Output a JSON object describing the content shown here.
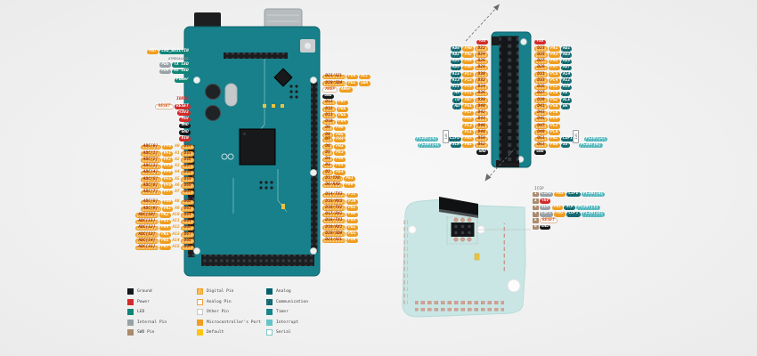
{
  "colors": {
    "board_teal": "#17808a",
    "port_orange": "#f09e1f",
    "power_red": "#d32b2b",
    "ground_black": "#15181a",
    "analog_teal": "#0b636b",
    "interrupt_cyan": "#64c5c9",
    "led_teal": "#0f8577",
    "internal_gray": "#98a1a6",
    "default_yellow": "#fec40f",
    "swd_tan": "#ab8a6d"
  },
  "board": {
    "led_rows": [
      [
        [
          "port",
          "PB7"
        ],
        [
          "led",
          "LED_BUILTIN"
        ]
      ],
      [
        [
          "gtxt",
          "ATMEGA16U2"
        ]
      ],
      [
        [
          "gray",
          "PD5"
        ],
        [
          "led",
          "TX LED"
        ]
      ],
      [
        [
          "gray",
          "PD4"
        ],
        [
          "led",
          "RX LED"
        ]
      ]
    ],
    "power_label_row": [
      [
        [
          "led",
          "Power"
        ]
      ]
    ],
    "power_rows": [
      [
        [
          "rtxt",
          "IOREF"
        ]
      ],
      [
        [
          "out",
          "RESET"
        ],
        [
          "pwr",
          "RESET"
        ]
      ],
      [
        [
          "pwr",
          "+3V3"
        ]
      ],
      [
        [
          "pwr",
          "+5V"
        ]
      ],
      [
        [
          "gnd",
          "GND"
        ]
      ],
      [
        [
          "gnd",
          "GND"
        ]
      ],
      [
        [
          "pwr",
          "VIN"
        ]
      ]
    ],
    "analog_block1": [
      [
        [
          "an",
          "ADC[0]"
        ],
        [
          "port",
          "PF0"
        ],
        [
          "atext",
          "A0"
        ],
        [
          "dig",
          "D54"
        ]
      ],
      [
        [
          "an",
          "ADC[1]"
        ],
        [
          "port",
          "PF1"
        ],
        [
          "atext",
          "A1"
        ],
        [
          "dig",
          "D55"
        ]
      ],
      [
        [
          "an",
          "ADC[2]"
        ],
        [
          "port",
          "PF2"
        ],
        [
          "atext",
          "A2"
        ],
        [
          "dig",
          "D56"
        ]
      ],
      [
        [
          "an",
          "ADC[3]"
        ],
        [
          "port",
          "PF3"
        ],
        [
          "atext",
          "A3"
        ],
        [
          "dig",
          "D57"
        ]
      ],
      [
        [
          "an",
          "ADC[4]"
        ],
        [
          "port",
          "PF4"
        ],
        [
          "atext",
          "A4"
        ],
        [
          "dig",
          "D58"
        ]
      ],
      [
        [
          "an",
          "ADC[5]"
        ],
        [
          "port",
          "PF5"
        ],
        [
          "atext",
          "A5"
        ],
        [
          "dig",
          "D59"
        ]
      ],
      [
        [
          "an",
          "ADC[6]"
        ],
        [
          "port",
          "PF6"
        ],
        [
          "atext",
          "A6"
        ],
        [
          "dig",
          "D60"
        ]
      ],
      [
        [
          "an",
          "ADC[7]"
        ],
        [
          "port",
          "PF7"
        ],
        [
          "atext",
          "A7"
        ],
        [
          "dig",
          "D61"
        ]
      ]
    ],
    "analog_block2": [
      [
        [
          "an",
          "ADC[8]"
        ],
        [
          "port",
          "PK0"
        ],
        [
          "atext",
          "A8"
        ],
        [
          "dig",
          "D62"
        ]
      ],
      [
        [
          "an",
          "ADC[9]"
        ],
        [
          "port",
          "PK1"
        ],
        [
          "atext",
          "A9"
        ],
        [
          "dig",
          "D63"
        ]
      ],
      [
        [
          "an",
          "ADC[10]"
        ],
        [
          "port",
          "PK2"
        ],
        [
          "atext",
          "A10"
        ],
        [
          "dig",
          "D64"
        ]
      ],
      [
        [
          "an",
          "ADC[11]"
        ],
        [
          "port",
          "PK3"
        ],
        [
          "atext",
          "A11"
        ],
        [
          "dig",
          "D65"
        ]
      ],
      [
        [
          "an",
          "ADC[12]"
        ],
        [
          "port",
          "PK4"
        ],
        [
          "atext",
          "A12"
        ],
        [
          "dig",
          "D66"
        ]
      ],
      [
        [
          "an",
          "ADC[13]"
        ],
        [
          "port",
          "PK5"
        ],
        [
          "atext",
          "A13"
        ],
        [
          "dig",
          "D67"
        ]
      ],
      [
        [
          "an",
          "ADC[14]"
        ],
        [
          "port",
          "PK6"
        ],
        [
          "atext",
          "A14"
        ],
        [
          "dig",
          "D68"
        ]
      ],
      [
        [
          "an",
          "ADC[15]"
        ],
        [
          "port",
          "PK7"
        ],
        [
          "atext",
          "A15"
        ],
        [
          "dig",
          "D69"
        ]
      ]
    ],
    "right_block1": [
      [
        [
          "dig",
          "D21/SCL"
        ],
        [
          "port",
          "PD0"
        ],
        [
          "port",
          "SCL"
        ]
      ],
      [
        [
          "dig",
          "D20/SDA"
        ],
        [
          "port",
          "PD1"
        ],
        [
          "port",
          "SDA"
        ]
      ],
      [
        [
          "out",
          "AREF"
        ],
        [
          "port",
          "AREF"
        ]
      ],
      [
        [
          "gnd",
          "GND"
        ]
      ],
      [
        [
          "dig",
          "D13"
        ],
        [
          "port",
          "PB7"
        ]
      ],
      [
        [
          "dig",
          "D12"
        ],
        [
          "port",
          "PB6"
        ]
      ],
      [
        [
          "dig",
          "D11"
        ],
        [
          "port",
          "PB5"
        ]
      ],
      [
        [
          "dig",
          "D10"
        ],
        [
          "port",
          "PB4"
        ]
      ],
      [
        [
          "dig",
          "D9"
        ],
        [
          "port",
          "PH6"
        ]
      ],
      [
        [
          "dig",
          "D8"
        ],
        [
          "port",
          "PH5"
        ]
      ]
    ],
    "right_block2": [
      [
        [
          "dig",
          "D7"
        ],
        [
          "port",
          "PH4"
        ]
      ],
      [
        [
          "dig",
          "D6"
        ],
        [
          "port",
          "PH3"
        ]
      ],
      [
        [
          "dig",
          "D5"
        ],
        [
          "port",
          "PE3"
        ]
      ],
      [
        [
          "dig",
          "D4"
        ],
        [
          "port",
          "PG5"
        ]
      ],
      [
        [
          "dig",
          "D3"
        ],
        [
          "port",
          "PE5"
        ]
      ],
      [
        [
          "dig",
          "D2"
        ],
        [
          "port",
          "PE4"
        ]
      ],
      [
        [
          "dig",
          "D1/TX0"
        ],
        [
          "port",
          "PE1"
        ]
      ],
      [
        [
          "dig",
          "D0/RX0"
        ],
        [
          "port",
          "PE0"
        ]
      ]
    ],
    "right_block3": [
      [
        [
          "dig",
          "D14/TX3"
        ],
        [
          "port",
          "PJ1"
        ]
      ],
      [
        [
          "dig",
          "D15/RX3"
        ],
        [
          "port",
          "PJ0"
        ]
      ],
      [
        [
          "dig",
          "D16/TX2"
        ],
        [
          "port",
          "PH1"
        ]
      ],
      [
        [
          "dig",
          "D17/RX2"
        ],
        [
          "port",
          "PH0"
        ]
      ],
      [
        [
          "dig",
          "D18/TX1"
        ],
        [
          "port",
          "PD3"
        ]
      ],
      [
        [
          "dig",
          "D19/RX1"
        ],
        [
          "port",
          "PD2"
        ]
      ],
      [
        [
          "dig",
          "D20/SDA"
        ],
        [
          "port",
          "PD1"
        ]
      ],
      [
        [
          "dig",
          "D21/SCL"
        ],
        [
          "port",
          "PD0"
        ]
      ]
    ]
  },
  "header_22_53": {
    "spi_label": "SPI",
    "left_rows": [
      [
        [
          "pwr",
          "+5V"
        ]
      ],
      [
        [
          "teal",
          "AD0"
        ],
        [
          "port",
          "PA0"
        ],
        [
          "dig",
          "D22"
        ]
      ],
      [
        [
          "teal",
          "AD2"
        ],
        [
          "port",
          "PA2"
        ],
        [
          "dig",
          "D24"
        ]
      ],
      [
        [
          "teal",
          "AD4"
        ],
        [
          "port",
          "PA4"
        ],
        [
          "dig",
          "D26"
        ]
      ],
      [
        [
          "teal",
          "AD6"
        ],
        [
          "port",
          "PA6"
        ],
        [
          "dig",
          "D28"
        ]
      ],
      [
        [
          "teal",
          "A15"
        ],
        [
          "port",
          "PC7"
        ],
        [
          "dig",
          "D30"
        ]
      ],
      [
        [
          "teal",
          "A13"
        ],
        [
          "port",
          "PC5"
        ],
        [
          "dig",
          "D32"
        ]
      ],
      [
        [
          "teal",
          "A11"
        ],
        [
          "port",
          "PC3"
        ],
        [
          "dig",
          "D34"
        ]
      ],
      [
        [
          "teal",
          "A9"
        ],
        [
          "port",
          "PC1"
        ],
        [
          "dig",
          "D36"
        ]
      ],
      [
        [
          "teal",
          "T0"
        ],
        [
          "port",
          "PD7"
        ],
        [
          "dig",
          "D38"
        ]
      ],
      [
        [
          "teal",
          "RD"
        ],
        [
          "port",
          "PG1"
        ],
        [
          "dig",
          "D40"
        ]
      ],
      [
        [
          "port",
          "PL7"
        ],
        [
          "dig",
          "D42"
        ]
      ],
      [
        [
          "port",
          "PL5"
        ],
        [
          "dig",
          "D44"
        ]
      ],
      [
        [
          "port",
          "PL3"
        ],
        [
          "dig",
          "D46"
        ]
      ],
      [
        [
          "port",
          "PL1"
        ],
        [
          "dig",
          "D48"
        ]
      ],
      [
        [
          "cyan",
          "PCINT[3]"
        ],
        [
          "sp",
          ""
        ],
        [
          "teal",
          "CIPO"
        ],
        [
          "port",
          "PB3"
        ],
        [
          "dig",
          "D50"
        ]
      ],
      [
        [
          "cyan",
          "PCINT[1]"
        ],
        [
          "sp",
          ""
        ],
        [
          "teal",
          "SCK"
        ],
        [
          "port",
          "PB1"
        ],
        [
          "dig",
          "D52"
        ]
      ],
      [
        [
          "gnd",
          "GND"
        ]
      ]
    ],
    "right_rows": [
      [
        [
          "pwr",
          "+5V"
        ]
      ],
      [
        [
          "dig",
          "D23"
        ],
        [
          "port",
          "PA1"
        ],
        [
          "teal",
          "AD1"
        ]
      ],
      [
        [
          "dig",
          "D25"
        ],
        [
          "port",
          "PA3"
        ],
        [
          "teal",
          "AD3"
        ]
      ],
      [
        [
          "dig",
          "D27"
        ],
        [
          "port",
          "PA5"
        ],
        [
          "teal",
          "AD5"
        ]
      ],
      [
        [
          "dig",
          "D29"
        ],
        [
          "port",
          "PA7"
        ],
        [
          "teal",
          "AD7"
        ]
      ],
      [
        [
          "dig",
          "D31"
        ],
        [
          "port",
          "PC6"
        ],
        [
          "teal",
          "A14"
        ]
      ],
      [
        [
          "dig",
          "D33"
        ],
        [
          "port",
          "PC4"
        ],
        [
          "teal",
          "A12"
        ]
      ],
      [
        [
          "dig",
          "D35"
        ],
        [
          "port",
          "PC2"
        ],
        [
          "teal",
          "A10"
        ]
      ],
      [
        [
          "dig",
          "D37"
        ],
        [
          "port",
          "PC0"
        ],
        [
          "teal",
          "A8"
        ]
      ],
      [
        [
          "dig",
          "D39"
        ],
        [
          "port",
          "PG2"
        ],
        [
          "teal",
          "ALE"
        ]
      ],
      [
        [
          "dig",
          "D41"
        ],
        [
          "port",
          "PG0"
        ],
        [
          "teal",
          "WR"
        ]
      ],
      [
        [
          "dig",
          "D43"
        ],
        [
          "port",
          "PL6"
        ]
      ],
      [
        [
          "dig",
          "D45"
        ],
        [
          "port",
          "PL4"
        ]
      ],
      [
        [
          "dig",
          "D47"
        ],
        [
          "port",
          "PL2"
        ]
      ],
      [
        [
          "dig",
          "D49"
        ],
        [
          "port",
          "PL0"
        ]
      ],
      [
        [
          "dig",
          "D51"
        ],
        [
          "port",
          "PB2"
        ],
        [
          "teal",
          "COPI"
        ],
        [
          "sp",
          ""
        ],
        [
          "cyan",
          "PCINT[2]"
        ]
      ],
      [
        [
          "dig",
          "D53"
        ],
        [
          "port",
          "PB0"
        ],
        [
          "teal",
          "SS"
        ],
        [
          "sp",
          ""
        ],
        [
          "cyan",
          "PCINT[0]"
        ]
      ],
      [
        [
          "gnd",
          "GND"
        ]
      ]
    ]
  },
  "icsp": {
    "title": "ICSP",
    "rows": [
      [
        [
          "badge",
          "1"
        ],
        [
          "gray",
          "CIPO"
        ],
        [
          "port",
          "PB3"
        ],
        [
          "teal",
          "CIPO"
        ],
        [
          "cyan",
          "PCINT[3]"
        ]
      ],
      [
        [
          "badge",
          "2"
        ],
        [
          "pwr",
          "+5V"
        ]
      ],
      [
        [
          "badge",
          "3"
        ],
        [
          "gray",
          "SCK"
        ],
        [
          "port",
          "PB1"
        ],
        [
          "teal",
          "SCK"
        ],
        [
          "cyan",
          "PCINT[1]"
        ]
      ],
      [
        [
          "badge",
          "4"
        ],
        [
          "gray",
          "COPI"
        ],
        [
          "port",
          "PB2"
        ],
        [
          "teal",
          "COPI"
        ],
        [
          "cyan",
          "PCINT[2]"
        ]
      ],
      [
        [
          "badge",
          "5"
        ],
        [
          "out",
          "RESET"
        ]
      ],
      [
        [
          "badge",
          "6"
        ],
        [
          "gnd",
          "GND"
        ]
      ]
    ]
  },
  "legend": {
    "col1": [
      [
        "gnd",
        "Ground"
      ],
      [
        "pwr",
        "Power"
      ],
      [
        "led",
        "LED"
      ],
      [
        "gray",
        "Internal Pin"
      ],
      [
        "swd",
        "SWD Pin"
      ]
    ],
    "col2": [
      [
        "dig",
        "Digital Pin"
      ],
      [
        "anout",
        "Analog Pin"
      ],
      [
        "othout",
        "Other Pin"
      ],
      [
        "port",
        "Microcontroller's Port"
      ],
      [
        "def",
        "Default"
      ]
    ],
    "col3": [
      [
        "anl",
        "Analog"
      ],
      [
        "comm",
        "Communication"
      ],
      [
        "timer",
        "Timer"
      ],
      [
        "intr",
        "Interrupt"
      ],
      [
        "serial",
        "Serial"
      ]
    ]
  }
}
